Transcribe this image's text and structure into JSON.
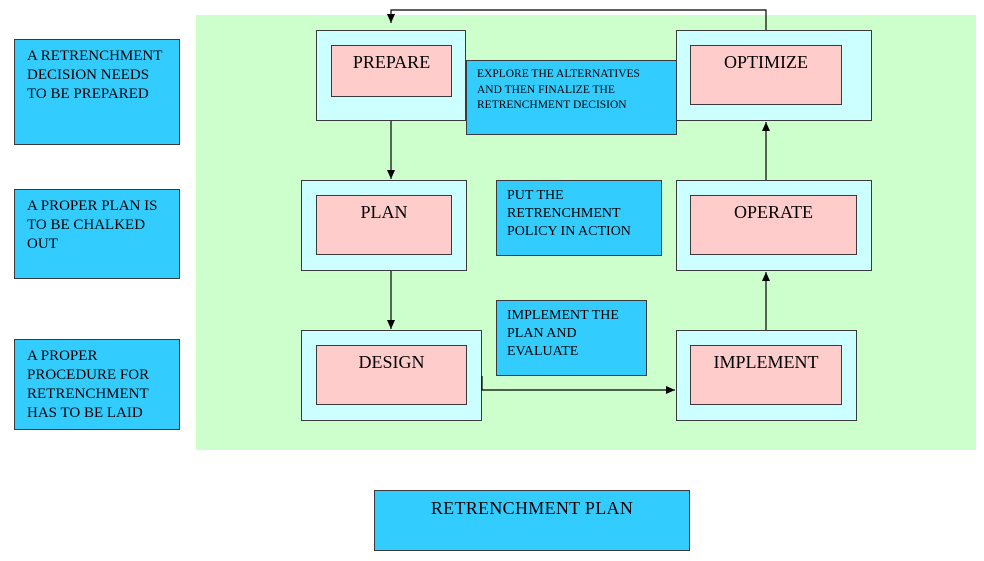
{
  "title": "RETRENCHMENT PLAN",
  "side_notes": [
    "A RETRENCHMENT DECISION NEEDS TO BE PREPARED",
    "A PROPER PLAN IS TO BE CHALKED OUT",
    "A PROPER PROCEDURE FOR RETRENCHMENT HAS TO BE LAID"
  ],
  "stages": {
    "prepare": "PREPARE",
    "optimize": "OPTIMIZE",
    "plan": "PLAN",
    "operate": "OPERATE",
    "design": "DESIGN",
    "implement": "IMPLEMENT"
  },
  "notes": {
    "explore": "EXPLORE THE ALTERNATIVES AND THEN FINALIZE THE RETRENCHMENT DECISION",
    "put_policy": "PUT THE RETRENCHMENT POLICY IN ACTION",
    "implement_plan": "IMPLEMENT THE PLAN AND EVALUATE"
  },
  "colors": {
    "background_area": "#ccffcc",
    "note_box": "#33ccff",
    "outer_box": "#ccffff",
    "inner_box": "#ffcccc"
  }
}
